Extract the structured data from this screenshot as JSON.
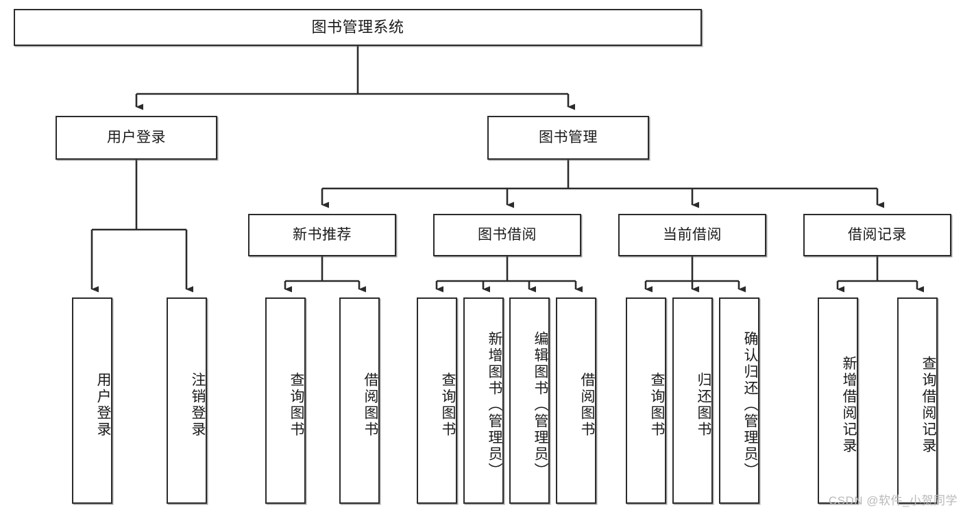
{
  "diagram": {
    "title": "图书管理系统",
    "watermark": "CSDN @软件_小贺同学",
    "line_color": "#2b2b2b",
    "box_border_color": "#2b2b2b",
    "box_fill_color": "#ffffff",
    "text_color": "#1a1a1a",
    "watermark_color": "#b9b9b9",
    "type": "tree-hierarchy",
    "levels": 3
  },
  "nodes": {
    "root": {
      "label": "图书管理系统"
    },
    "level2": [
      {
        "label": "用户登录"
      },
      {
        "label": "图书管理"
      }
    ],
    "level3": [
      {
        "label": "新书推荐"
      },
      {
        "label": "图书借阅"
      },
      {
        "label": "当前借阅"
      },
      {
        "label": "借阅记录"
      }
    ],
    "leaves": {
      "user_login": [
        {
          "label": "用户登录"
        },
        {
          "label": "注销登录"
        }
      ],
      "new_book_recommend": [
        {
          "label": "查询图书"
        },
        {
          "label": "借阅图书"
        }
      ],
      "book_borrow": [
        {
          "label": "查询图书"
        },
        {
          "label": "新增图书（管理员）"
        },
        {
          "label": "编辑图书（管理员）"
        },
        {
          "label": "借阅图书"
        }
      ],
      "current_borrow": [
        {
          "label": "查询图书"
        },
        {
          "label": "归还图书"
        },
        {
          "label": "确认归还（管理员）"
        }
      ],
      "borrow_records": [
        {
          "label": "新增借阅记录"
        },
        {
          "label": "查询借阅记录"
        }
      ]
    }
  }
}
